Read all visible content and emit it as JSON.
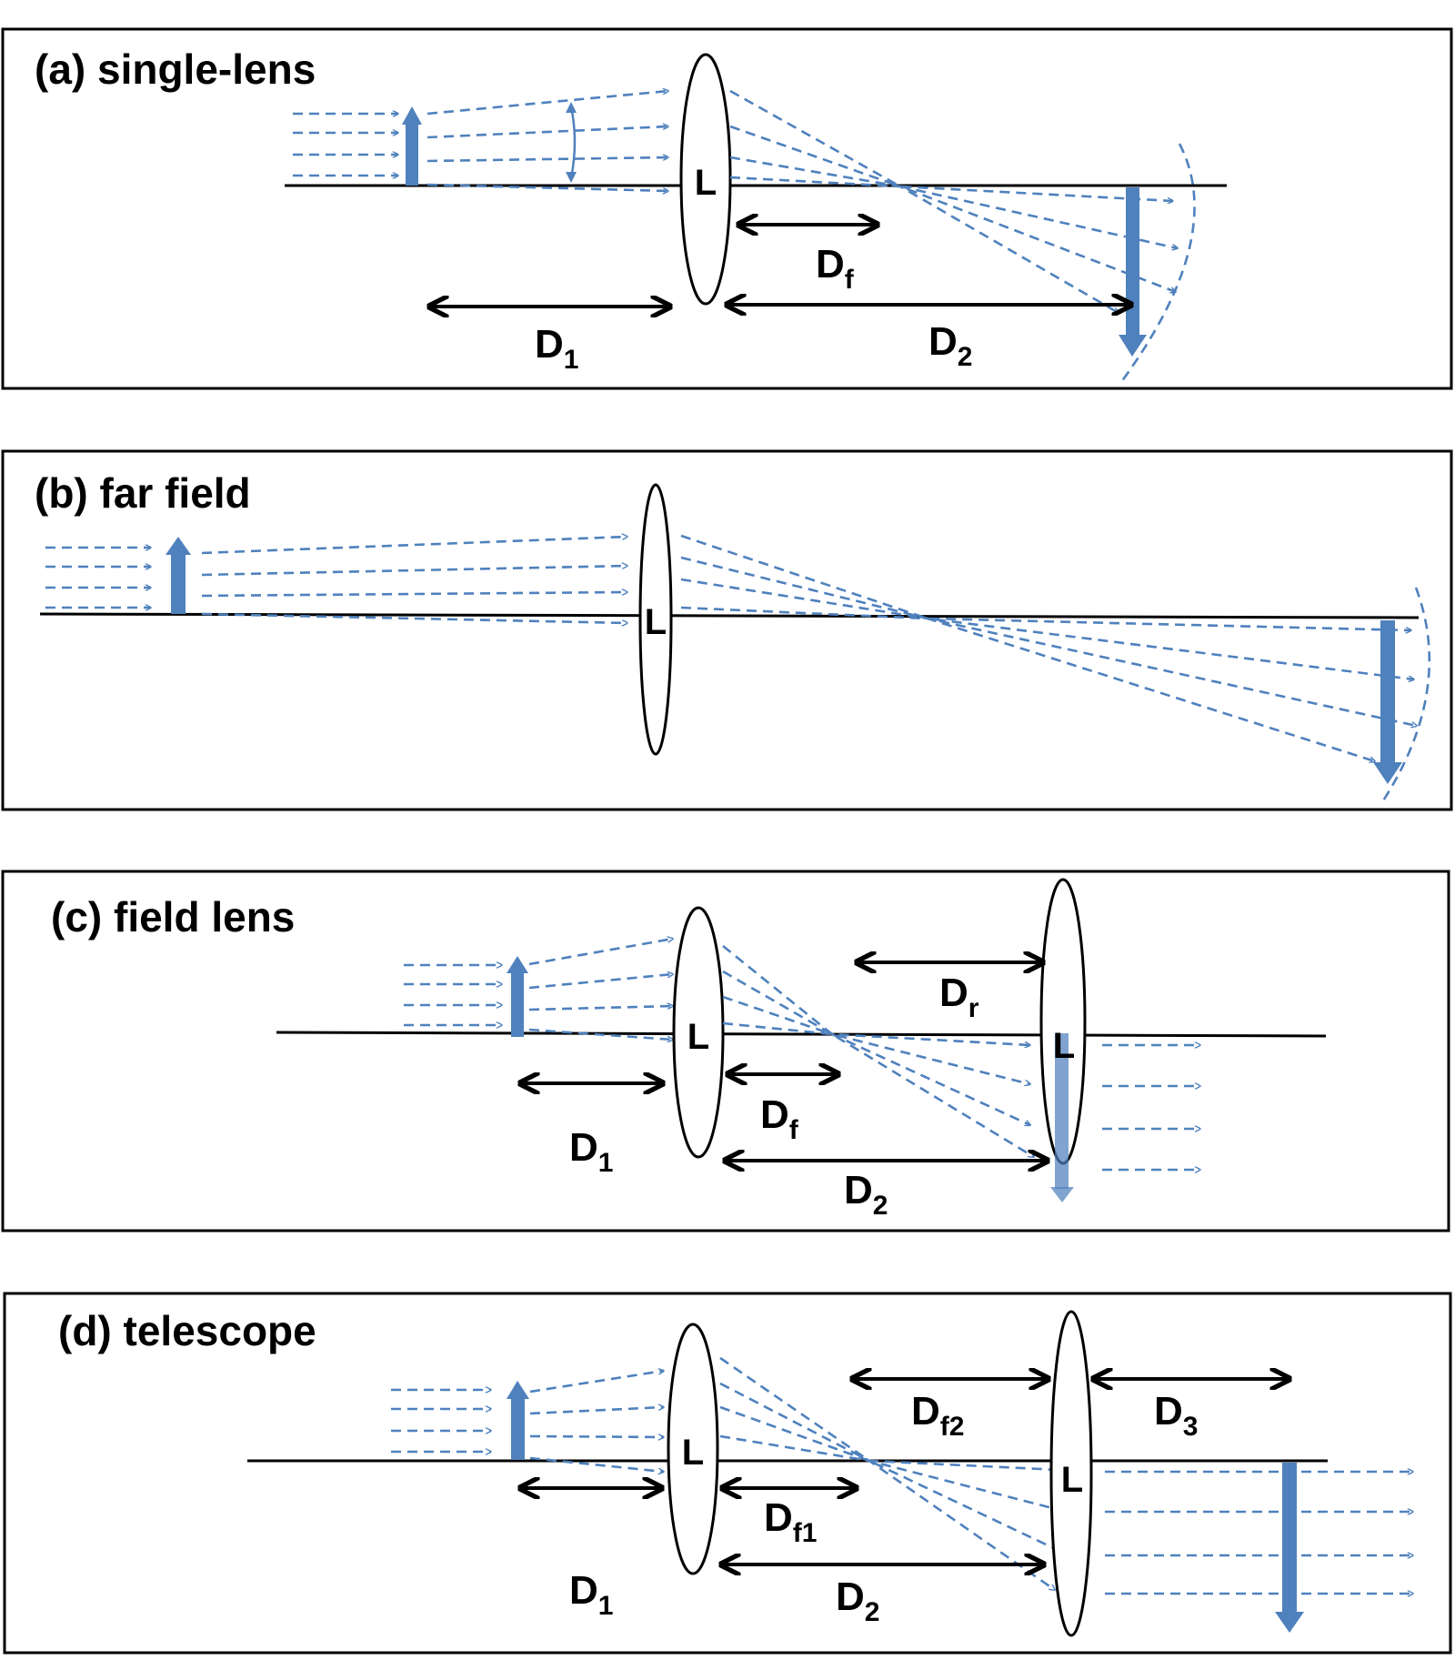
{
  "colors": {
    "ray": "#4f81bd",
    "object": "#4f81bd",
    "line": "#000000"
  },
  "panels": [
    {
      "title": "(a) single-lens",
      "lens_labels": [
        "L"
      ],
      "dims": [
        {
          "main": "D",
          "sub": "f"
        },
        {
          "main": "D",
          "sub": "1"
        },
        {
          "main": "D",
          "sub": "2"
        }
      ]
    },
    {
      "title": "(b) far field",
      "lens_labels": [
        "L"
      ],
      "dims": []
    },
    {
      "title": "(c) field lens",
      "lens_labels": [
        "L",
        "L"
      ],
      "dims": [
        {
          "main": "D",
          "sub": "r"
        },
        {
          "main": "D",
          "sub": "f"
        },
        {
          "main": "D",
          "sub": "1"
        },
        {
          "main": "D",
          "sub": "2"
        }
      ]
    },
    {
      "title": "(d) telescope",
      "lens_labels": [
        "L",
        "L"
      ],
      "dims": [
        {
          "main": "D",
          "sub": "f2"
        },
        {
          "main": "D",
          "sub": "3"
        },
        {
          "main": "D",
          "sub": "f1"
        },
        {
          "main": "D",
          "sub": "1"
        },
        {
          "main": "D",
          "sub": "2"
        }
      ]
    }
  ]
}
